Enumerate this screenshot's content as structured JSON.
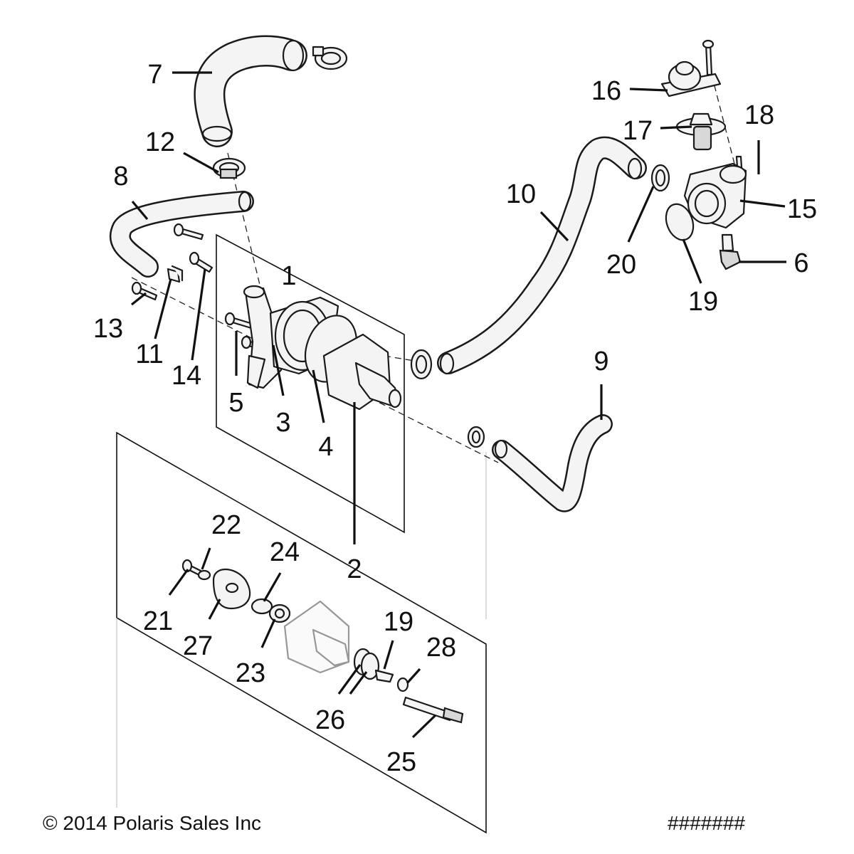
{
  "callouts": [
    "1",
    "2",
    "3",
    "4",
    "5",
    "6",
    "7",
    "8",
    "9",
    "10",
    "11",
    "12",
    "13",
    "14",
    "15",
    "16",
    "17",
    "18",
    "19",
    "19",
    "20",
    "21",
    "22",
    "23",
    "24",
    "25",
    "26",
    "27",
    "28"
  ],
  "footer": {
    "copyright": "© 2014 Polaris Sales Inc",
    "ref_code": "#######"
  }
}
